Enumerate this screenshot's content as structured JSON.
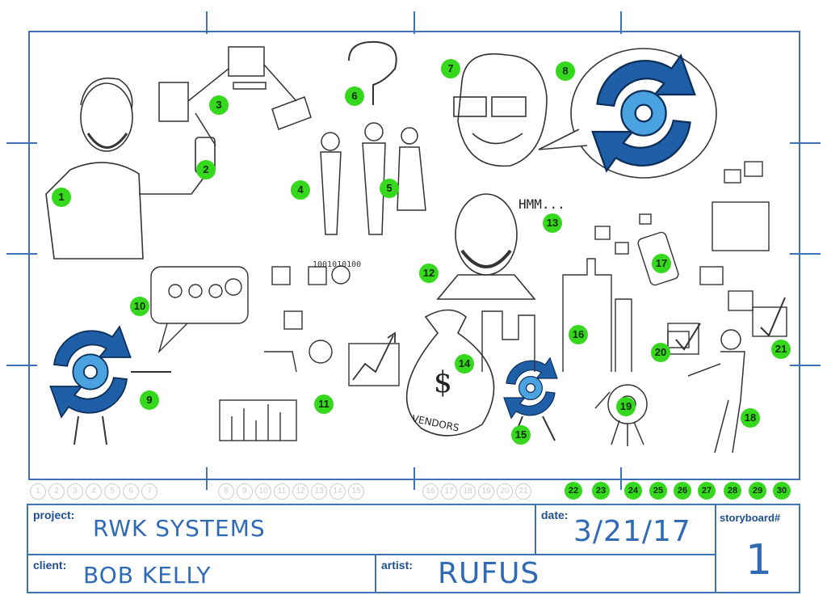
{
  "storyboard": {
    "project_label": "project:",
    "project_value": "RWK SYSTEMS",
    "date_label": "date:",
    "date_value": "3/21/17",
    "storyboard_label": "storyboard#",
    "storyboard_value": "1",
    "client_label": "client:",
    "client_value": "BOB KELLY",
    "artist_label": "artist:",
    "artist_value": "RUFUS"
  },
  "scene": {
    "speech_text": "HMM...",
    "bag_text": "VENDORS",
    "markers": [
      "1",
      "2",
      "3",
      "4",
      "5",
      "6",
      "7",
      "8",
      "9",
      "10",
      "11",
      "12",
      "13",
      "14",
      "15",
      "16",
      "17",
      "18",
      "19",
      "20",
      "21"
    ]
  },
  "timeline": {
    "faded": [
      "1",
      "2",
      "3",
      "4",
      "5",
      "6",
      "7",
      "8",
      "9",
      "10",
      "11",
      "12",
      "13",
      "14",
      "15",
      "16",
      "17",
      "18",
      "19",
      "20",
      "21"
    ],
    "active": [
      "22",
      "23",
      "24",
      "25",
      "26",
      "27",
      "28",
      "29",
      "30"
    ]
  },
  "colors": {
    "frame_blue": "#3f72b5",
    "logo_dark": "#1e5fa8",
    "logo_light": "#4aa3e0",
    "marker_green": "#35d81c"
  }
}
